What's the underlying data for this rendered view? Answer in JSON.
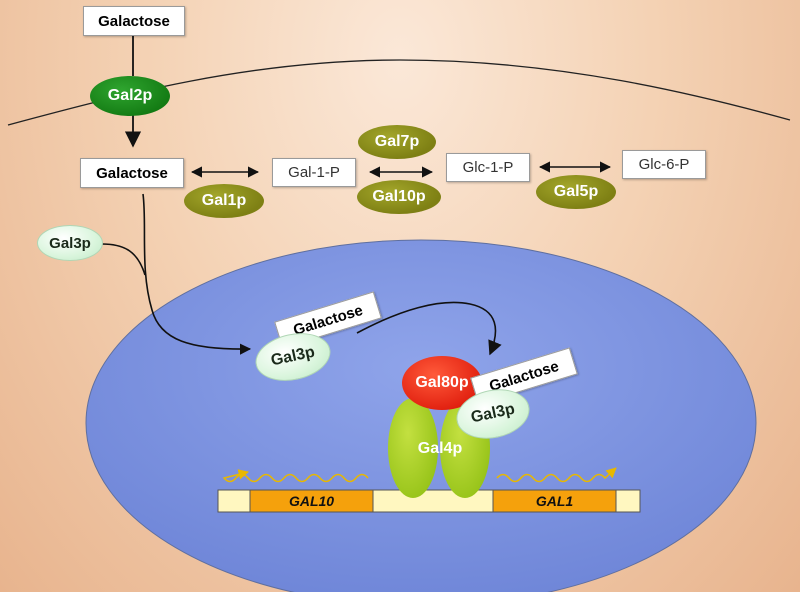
{
  "labels": {
    "galactose_outside": "Galactose",
    "gal2p": "Gal2p",
    "galactose_cytoplasm": "Galactose",
    "gal1p": "Gal1p",
    "gal_1_p": "Gal-1-P",
    "gal7p": "Gal7p",
    "gal10p": "Gal10p",
    "glc_1_p": "Glc-1-P",
    "gal5p": "Gal5p",
    "glc_6_p": "Glc-6-P",
    "gal3p_cytoplasm": "Gal3p",
    "galactose_nucleus": "Galactose",
    "gal3p_nucleus": "Gal3p",
    "gal80p": "Gal80p",
    "galactose_bound": "Galactose",
    "gal3p_bound": "Gal3p",
    "gal4p": "Gal4p",
    "gene_gal10": "GAL10",
    "gene_gal1": "GAL1"
  },
  "colors": {
    "cytoplasm_background": "#f4d2b4",
    "nucleus": "#7f95e0",
    "olive_enzyme": "#8a8c1a",
    "gal2p": "#1d8c1d",
    "gal3p": "#d9f5dc",
    "gal80p": "#e8281a",
    "gal4p": "#a8d02a",
    "gene": "#f5a10c",
    "dna": "#fff7c0",
    "transcript_arrow": "#e8b800"
  }
}
